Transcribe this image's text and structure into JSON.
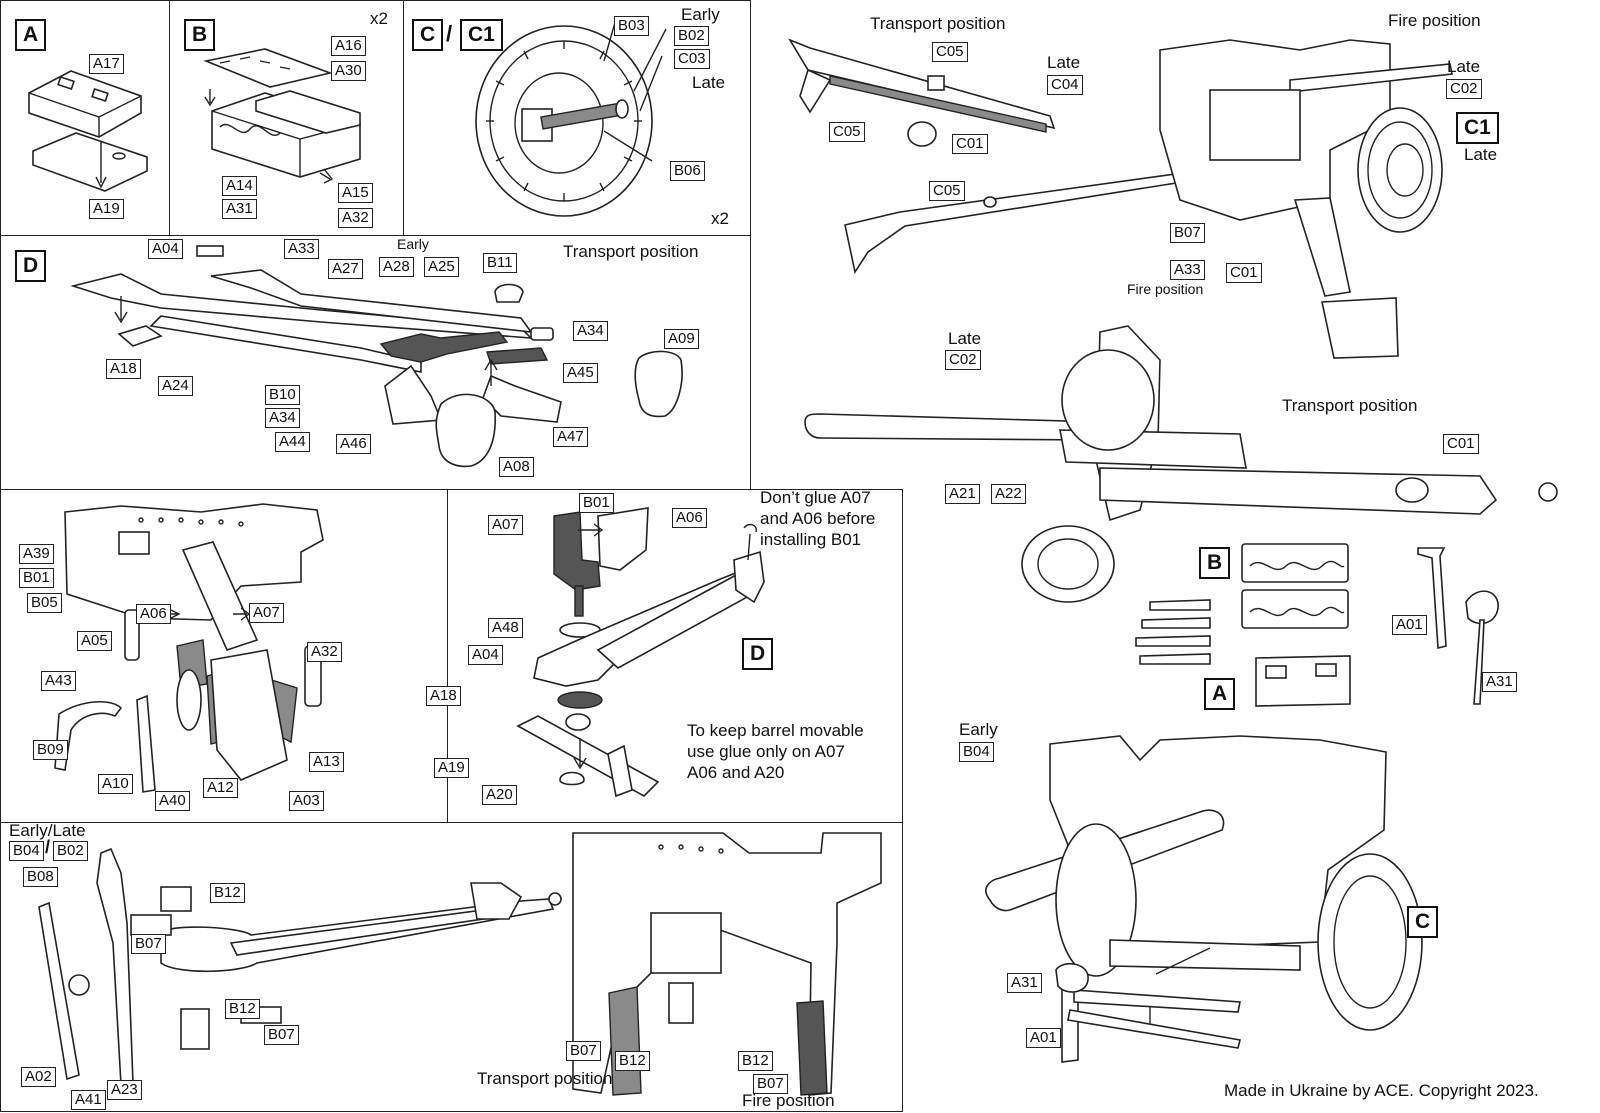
{
  "panels": {
    "A": {
      "id": "A",
      "parts": [
        "A17",
        "A19"
      ]
    },
    "B": {
      "id": "B",
      "mult": "x2",
      "parts": [
        "A16",
        "A30",
        "A14",
        "A31",
        "A15",
        "A32"
      ]
    },
    "C": {
      "id1": "C",
      "slash": "/",
      "id2": "C1",
      "mult": "x2",
      "early": "Early",
      "late": "Late",
      "parts": [
        "B03",
        "B02",
        "C03",
        "B06"
      ]
    },
    "D": {
      "id": "D",
      "title": "Transport position",
      "early": "Early",
      "parts": [
        "A04",
        "A33",
        "A27",
        "A28",
        "A25",
        "B11",
        "A34",
        "A09",
        "A18",
        "A24",
        "B10",
        "A34",
        "A45",
        "A44",
        "A46",
        "A08",
        "A47"
      ]
    },
    "E": {
      "parts": [
        "A39",
        "B01",
        "B05",
        "A06",
        "A07",
        "A05",
        "A43",
        "B09",
        "A10",
        "A40",
        "A12",
        "A13",
        "A03",
        "A32"
      ]
    },
    "F": {
      "parts": [
        "B01",
        "A07",
        "A06",
        "A48",
        "A04",
        "A18",
        "A19",
        "A20"
      ],
      "badge": "D",
      "note1": [
        "Don’t glue A07",
        "and A06 before",
        "installing B01"
      ],
      "note2": [
        "To keep barrel movable",
        "use glue only on A07",
        "A06 and A20"
      ]
    },
    "G": {
      "header": "Early/Late",
      "hdr_parts": [
        "B04",
        "B02"
      ],
      "parts": [
        "B08",
        "B12",
        "B07",
        "B12",
        "B07",
        "A02",
        "A41",
        "A23",
        "B07",
        "B12",
        "B12",
        "B07"
      ],
      "transport": "Transport position",
      "fire": "Fire position"
    },
    "R": {
      "transport_top": "Transport position",
      "fire_top": "Fire position",
      "late1": "Late",
      "late2": "Late",
      "late3": "Late",
      "late4": "Late",
      "late5": "Late",
      "fire_small": "Fire position",
      "transport_mid": "Transport position",
      "early_b04": "Early",
      "parts": [
        "C05",
        "C04",
        "C05",
        "C01",
        "C05",
        "C02",
        "C1",
        "B07",
        "A33",
        "C01",
        "C02",
        "A21",
        "A22",
        "C01",
        "A01",
        "A31",
        "B04",
        "A31",
        "A01"
      ],
      "badges": [
        "B",
        "A",
        "C"
      ]
    },
    "footer": "Made in Ukraine by ACE. Copyright 2023."
  }
}
